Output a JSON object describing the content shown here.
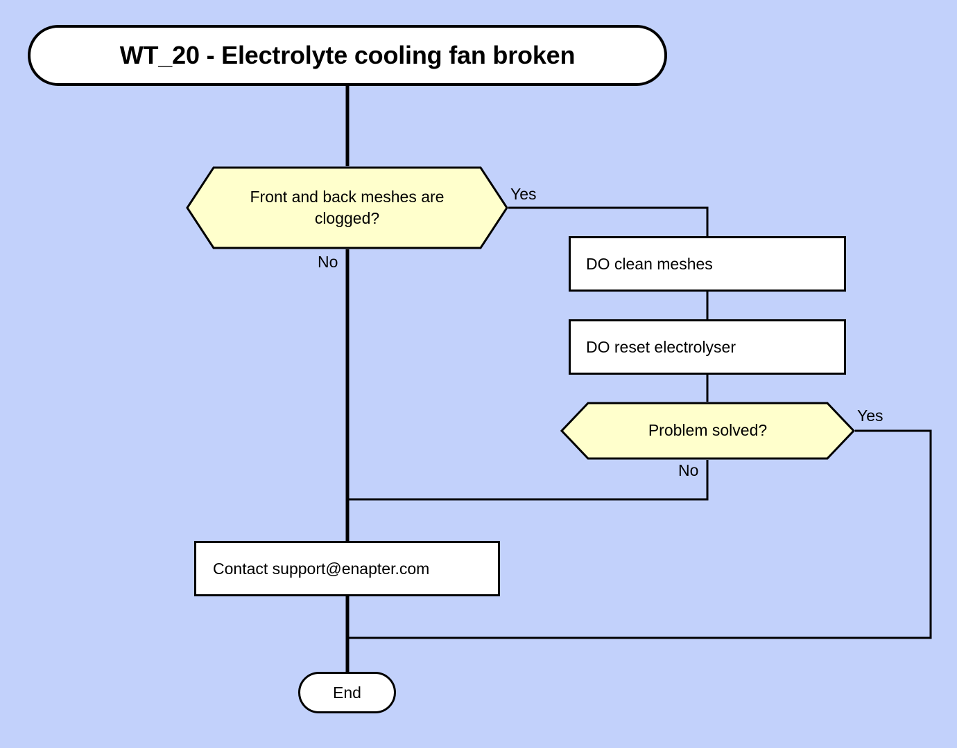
{
  "diagram": {
    "title": "WT_20 - Electrolyte cooling fan broken",
    "background_color": "#c2d1fb",
    "decision_fill": "#ffffcc",
    "process_fill": "#ffffff",
    "stroke_color": "#000000"
  },
  "nodes": {
    "title": {
      "label": "WT_20 - Electrolyte cooling fan broken",
      "shape": "stadium"
    },
    "decision_meshes": {
      "label": "Front and back meshes are clogged?",
      "shape": "hexagon"
    },
    "clean_meshes": {
      "label": "DO clean meshes",
      "shape": "rectangle"
    },
    "reset_electrolyser": {
      "label": "DO reset electrolyser",
      "shape": "rectangle"
    },
    "decision_solved": {
      "label": "Problem solved?",
      "shape": "hexagon"
    },
    "contact_support": {
      "label": "Contact support@enapter.com",
      "shape": "rectangle"
    },
    "end": {
      "label": "End",
      "shape": "stadium"
    }
  },
  "edges": {
    "meshes_yes": "Yes",
    "meshes_no": "No",
    "solved_yes": "Yes",
    "solved_no": "No"
  }
}
